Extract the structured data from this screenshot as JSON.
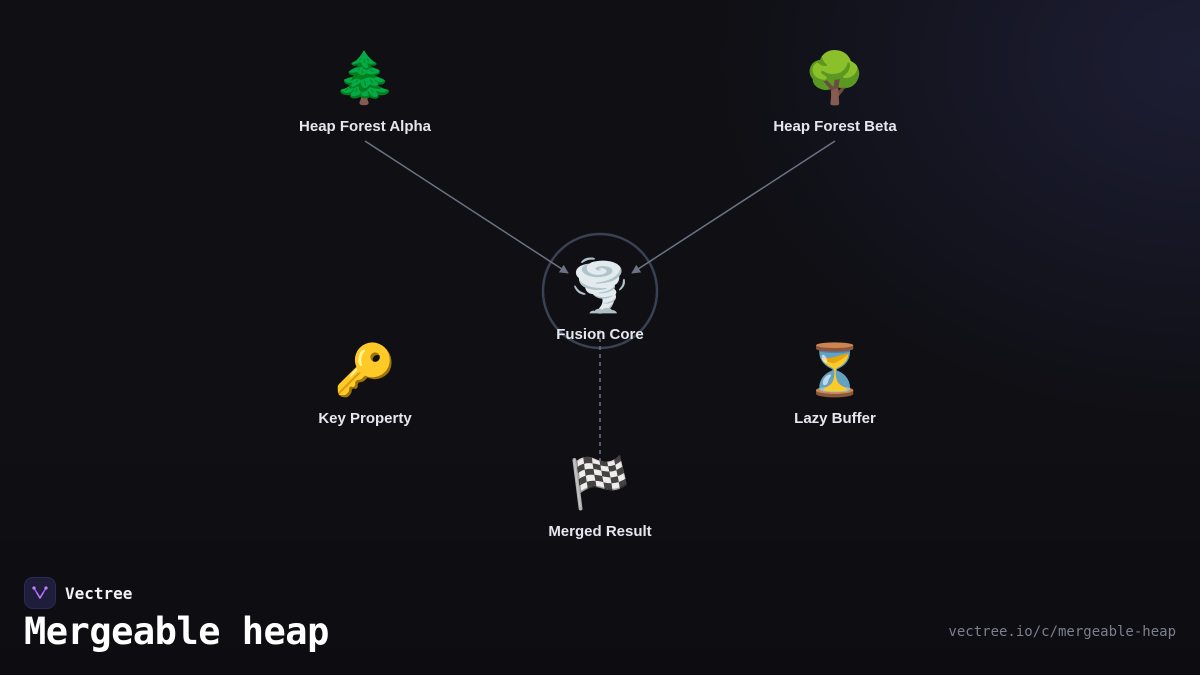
{
  "diagram": {
    "nodes": [
      {
        "id": "alpha",
        "emoji": "🌲",
        "icon": "evergreen-tree-icon",
        "label": "Heap Forest Alpha"
      },
      {
        "id": "beta",
        "emoji": "🌳",
        "icon": "deciduous-tree-icon",
        "label": "Heap Forest Beta"
      },
      {
        "id": "core",
        "emoji": "🌪️",
        "icon": "tornado-icon",
        "label": "Fusion Core"
      },
      {
        "id": "key",
        "emoji": "🔑",
        "icon": "key-icon",
        "label": "Key Property"
      },
      {
        "id": "lazy",
        "emoji": "⏳",
        "icon": "hourglass-icon",
        "label": "Lazy Buffer"
      },
      {
        "id": "result",
        "emoji": "🏁",
        "icon": "checkered-flag-icon",
        "label": "Merged Result"
      }
    ],
    "edges": [
      {
        "from": "alpha",
        "to": "core",
        "style": "solid",
        "arrow": true
      },
      {
        "from": "beta",
        "to": "core",
        "style": "solid",
        "arrow": true
      },
      {
        "from": "core",
        "to": "result",
        "style": "dashed",
        "arrow": false
      }
    ],
    "colors": {
      "edge": "#6b7385",
      "core_ring": "#3a4152",
      "label": "#e6e7ee",
      "accent": "#a855f7"
    }
  },
  "footer": {
    "brand_name": "Vectree",
    "brand_icon": "vectree-logo-icon",
    "title": "Mergeable heap",
    "url": "vectree.io/c/mergeable-heap"
  }
}
